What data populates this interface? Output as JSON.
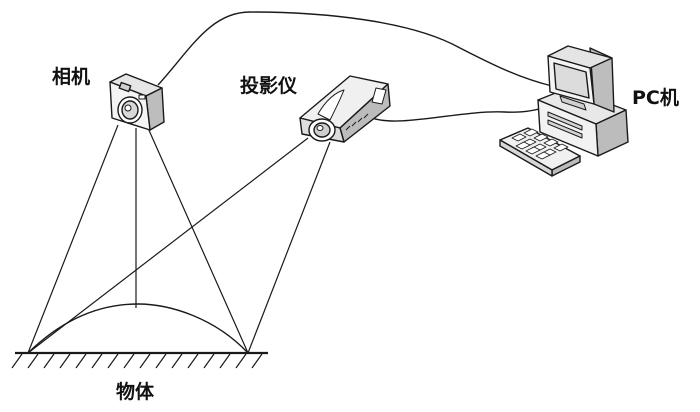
{
  "labels": {
    "camera": "相机",
    "projector": "投影仪",
    "pc": "PC机",
    "object": "物体"
  },
  "icons": {
    "camera": "camera-icon",
    "projector": "projector-icon",
    "pc": "desktop-computer-icon"
  },
  "colors": {
    "line": "#1a1a1a",
    "device_body": "#f2f2f2",
    "device_shade": "#c8c8c8",
    "screen": "#dcdcdc"
  }
}
